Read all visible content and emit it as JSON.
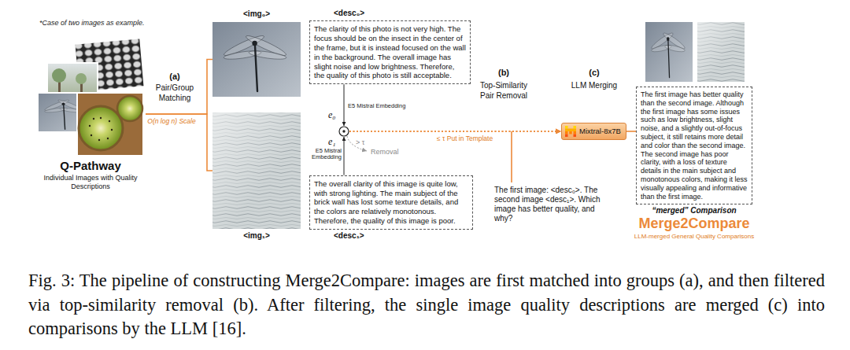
{
  "diagram": {
    "caption": "Fig. 3: The pipeline of constructing Merge2Compare: images are first matched into groups (a), and then filtered via top-similarity removal (b). After filtering, the single image quality descriptions are merged (c) into comparisons by the LLM [16].",
    "nodes": [
      {
        "text": [
          "Q-Pathway",
          "Individual Images with Quality Descriptions"
        ]
      },
      {
        "text": [
          "<img₀>"
        ]
      },
      {
        "text": [
          "<desc₀>",
          "The clarity of this photo is not very high. The focus should be on the insect in the center of the frame, but it is instead focused on the wall in the background. The overall image has slight noise and low brightness. Therefore, the quality of this photo is still acceptable."
        ]
      },
      {
        "text": [
          "<img₁>"
        ]
      },
      {
        "text": [
          "<desc₁>",
          "The overall clarity of this image is quite low, with strong lighting. The main subject of the brick wall has lost some texture details, and the colors are relatively monotonous. Therefore, the quality of this image is poor."
        ]
      },
      {
        "text": [
          "Mixtral-8x7B"
        ]
      },
      {
        "text": [
          "The first image has better quality than the second image. Although the first image has some issues such as low brightness, slight noise, and a slightly out-of-focus subject, it still retains more detail and color than the second image. The second image has poor clarity, with a loss of texture details in the main subject and monotonous colors, making it less visually appealing and informative than the first image.",
          "“merged” Comparison"
        ]
      }
    ],
    "edges": [
      {
        "from": 0,
        "to": 1,
        "arrow": "none"
      },
      {
        "from": 0,
        "to": 3,
        "arrow": "none"
      },
      {
        "from": 2,
        "to": 5,
        "arrow": "to"
      },
      {
        "from": 4,
        "to": 5,
        "arrow": "to"
      },
      {
        "from": 5,
        "to": 6,
        "arrow": "none"
      }
    ],
    "labels": [
      "*Case of two images as example.",
      "(a)",
      "Pair/Group Matching",
      "O(n log n) Scale",
      "E5 Mistral Embedding",
      "e₀",
      "e₁",
      "E5 Mistral Embedding",
      "(b)",
      "Top-Similarity Pair Removal",
      "≤ τ Put in Template",
      "> τ",
      "Removal",
      "The first image: <desc₀>. The second image <desc₁>. Which image has better quality, and why?",
      "(c)",
      "LLM Merging",
      "Merge2Compare",
      "LLM-merged General Quality Comparisons"
    ]
  }
}
